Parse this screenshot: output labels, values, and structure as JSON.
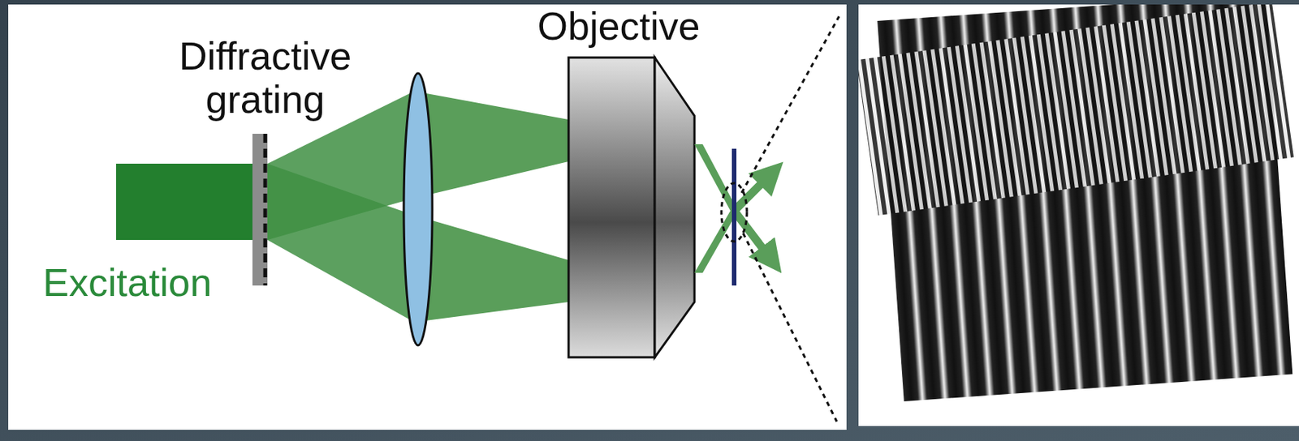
{
  "diagram": {
    "labels": [
      "Diffractive grating",
      "Objective",
      "Excitation"
    ]
  }
}
